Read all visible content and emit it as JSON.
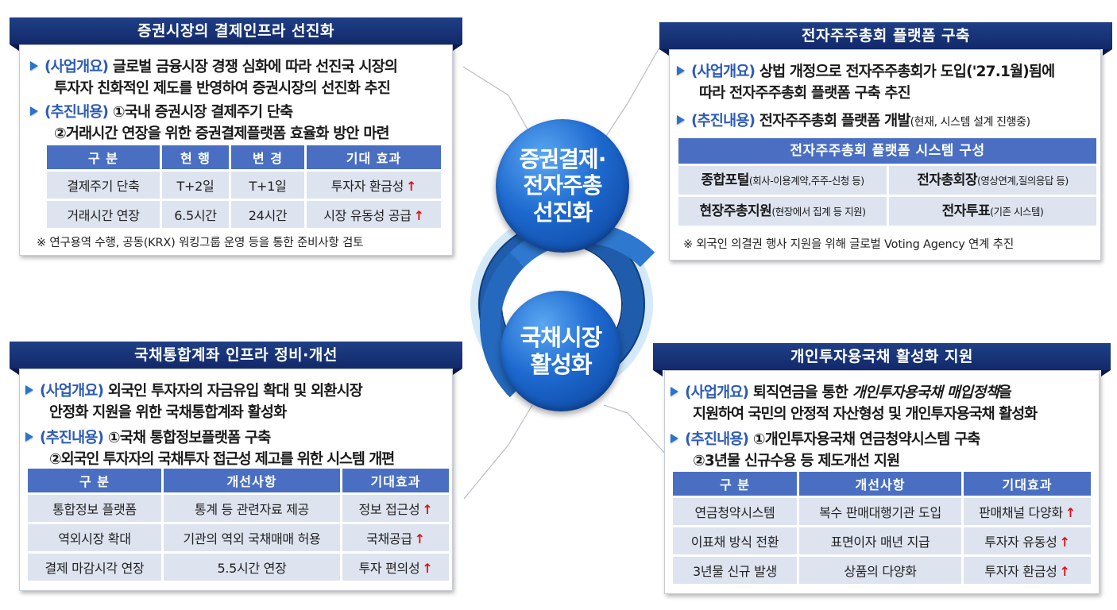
{
  "center": {
    "top_circle": [
      "증권결제·",
      "전자주총",
      "선진화"
    ],
    "bottom_circle": [
      "국채시장",
      "활성화"
    ]
  },
  "panels": {
    "top_left": {
      "title": "증권시장의 결제인프라 선진화",
      "lines": [
        {
          "tag": "(사업개요)",
          "text": "글로벌 금융시장 경쟁 심화에 따라 선진국 시장의"
        },
        {
          "text": "투자자 친화적인 제도를 반영하여 증권시장의 선진화 추진"
        },
        {
          "tag": "(추진내용)",
          "text": "①국내 증권시장 결제주기 단축"
        },
        {
          "text": "②거래시간 연장을 위한 증권결제플랫폼 효율화 방안 마련"
        }
      ],
      "table": {
        "headers": [
          "구 분",
          "현 행",
          "변 경",
          "기대 효과"
        ],
        "rows": [
          [
            "결제주기 단축",
            "T+2일",
            "T+1일",
            "투자자 환금성"
          ],
          [
            "거래시간 연장",
            "6.5시간",
            "24시간",
            "시장 유동성 공급"
          ]
        ],
        "effect_mark": "↑"
      },
      "footnote": "※ 연구용역 수행, 공동(KRX) 워킹그룹 운영 등을 통한 준비사항 검토"
    },
    "top_right": {
      "title": "전자주주총회 플랫폼 구축",
      "lines": [
        {
          "tag": "(사업개요)",
          "text": "상법 개정으로 전자주주총회가 도입('27.1월)됨에"
        },
        {
          "text": "따라 전자주주총회 플랫폼 구축 추진"
        },
        {
          "tag": "(추진내용)",
          "text": "전자주주총회 플랫폼 개발",
          "small": "(현재, 시스템 설계 진행중)"
        }
      ],
      "system": {
        "header": "전자주주총회 플랫폼 시스템 구성",
        "cells": [
          {
            "main": "종합포털",
            "small": "(회사-이용계약,주주-신청 등)"
          },
          {
            "main": "전자총회장",
            "small": "(영상연계,질의응답 등)"
          },
          {
            "main": "현장주총지원",
            "small": "(현장에서 집계 등 지원)"
          },
          {
            "main": "전자투표",
            "small": "(기존 시스템)"
          }
        ]
      },
      "footnote": "※ 외국인 의결권 행사 지원을 위해 글로벌 Voting Agency 연계 추진"
    },
    "bottom_left": {
      "title": "국채통합계좌 인프라 정비·개선",
      "lines": [
        {
          "tag": "(사업개요)",
          "text": "외국인 투자자의 자금유입 확대 및 외환시장"
        },
        {
          "text": "안정화 지원을 위한 국채통합계좌 활성화"
        },
        {
          "tag": "(추진내용)",
          "text": "①국채 통합정보플랫폼 구축"
        },
        {
          "text": "②외국인 투자자의 국채투자 접근성 제고를 위한 시스템 개편"
        }
      ],
      "table": {
        "headers": [
          "구 분",
          "개선사항",
          "기대효과"
        ],
        "rows": [
          [
            "통합정보 플랫폼",
            "통계 등 관련자료 제공",
            "정보 접근성"
          ],
          [
            "역외시장 확대",
            "기관의 역외 국채매매 허용",
            "국채공급"
          ],
          [
            "결제 마감시각 연장",
            "5.5시간 연장",
            "투자 편의성"
          ]
        ],
        "effect_mark": "↑"
      }
    },
    "bottom_right": {
      "title": "개인투자용국채 활성화 지원",
      "lines": [
        {
          "tag": "(사업개요)",
          "text": "퇴직연금을 통한 ",
          "italic": "개인투자용국채 매입정책",
          "text2": "을"
        },
        {
          "text": "지원하여 국민의 안정적 자산형성 및 개인투자용국채 활성화"
        },
        {
          "tag": "(추진내용)",
          "text": "①개인투자용국채 연금청약시스템 구축"
        },
        {
          "text": "②3년물 신규수용 등 제도개선 지원"
        }
      ],
      "table": {
        "headers": [
          "구 분",
          "개선사항",
          "기대효과"
        ],
        "rows": [
          [
            "연금청약시스템",
            "복수 판매대행기관 도입",
            "판매채널 다양화"
          ],
          [
            "이표채 방식 전환",
            "표면이자 매년 지급",
            "투자자 유동성"
          ],
          [
            "3년물 신규 발생",
            "상품의 다양화",
            "투자자 환금성"
          ]
        ],
        "effect_mark": "↑"
      }
    }
  },
  "colors": {
    "title_bar": "#1a3478",
    "tag_blue": "#2d5bb8",
    "table_header": "#4a6fc2",
    "table_cell": "#dde3ef",
    "up_arrow": "#d8141c",
    "circle_blue": "#1d69cf"
  }
}
